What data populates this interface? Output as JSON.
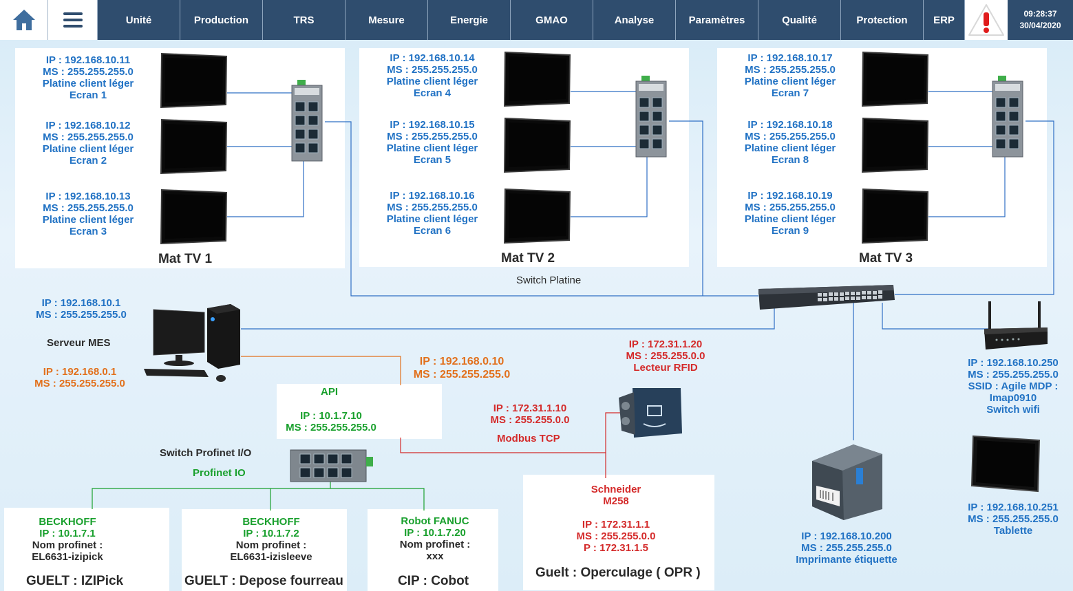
{
  "nav": {
    "items": [
      "Unité",
      "Production",
      "TRS",
      "Mesure",
      "Energie",
      "GMAO",
      "Analyse",
      "Paramètres",
      "Qualité",
      "Protection",
      "ERP"
    ],
    "time": "09:28:37",
    "date": "30/04/2020"
  },
  "mat_tv": [
    {
      "title": "Mat TV 1",
      "screens": [
        {
          "ip": "IP : 192.168.10.11",
          "ms": "MS : 255.255.255.0",
          "type": "Platine client léger",
          "name": "Ecran 1"
        },
        {
          "ip": "IP : 192.168.10.12",
          "ms": "MS : 255.255.255.0",
          "type": "Platine client léger",
          "name": "Ecran 2"
        },
        {
          "ip": "IP : 192.168.10.13",
          "ms": "MS : 255.255.255.0",
          "type": "Platine client léger",
          "name": "Ecran 3"
        }
      ]
    },
    {
      "title": "Mat TV 2",
      "screens": [
        {
          "ip": "IP : 192.168.10.14",
          "ms": "MS : 255.255.255.0",
          "type": "Platine client léger",
          "name": "Ecran 4"
        },
        {
          "ip": "IP : 192.168.10.15",
          "ms": "MS : 255.255.255.0",
          "type": "Platine client léger",
          "name": "Ecran 5"
        },
        {
          "ip": "IP : 192.168.10.16",
          "ms": "MS : 255.255.255.0",
          "type": "Platine client léger",
          "name": "Ecran 6"
        }
      ]
    },
    {
      "title": "Mat TV 3",
      "screens": [
        {
          "ip": "IP : 192.168.10.17",
          "ms": "MS : 255.255.255.0",
          "type": "Platine client léger",
          "name": "Ecran 7"
        },
        {
          "ip": "IP : 192.168.10.18",
          "ms": "MS : 255.255.255.0",
          "type": "Platine client léger",
          "name": "Ecran 8"
        },
        {
          "ip": "IP : 192.168.10.19",
          "ms": "MS : 255.255.255.0",
          "type": "Platine client léger",
          "name": "Ecran 9"
        }
      ]
    }
  ],
  "switch_platine": {
    "label": "Switch Platine"
  },
  "server": {
    "ip1": "IP : 192.168.10.1",
    "ms1": "MS : 255.255.255.0",
    "name": "Serveur MES",
    "ip2": "IP : 192.168.0.1",
    "ms2": "MS : 255.255.255.0"
  },
  "api_link": {
    "ip": "IP : 192.168.0.10",
    "ms": "MS : 255.255.255.0"
  },
  "api": {
    "title": "API",
    "ip": "IP : 10.1.7.10",
    "ms": "MS : 255.255.255.0"
  },
  "profinet": {
    "switch_label": "Switch Profinet I/O",
    "bus_label": "Profinet IO"
  },
  "rfid": {
    "ip": "IP : 172.31.1.20",
    "ms": "MS : 255.255.0.0",
    "name": "Lecteur RFID"
  },
  "modbus": {
    "ip": "IP : 172.31.1.10",
    "ms": "MS : 255.255.0.0",
    "label": "Modbus TCP"
  },
  "wifi": {
    "ip": "IP : 192.168.10.250",
    "ms": "MS : 255.255.255.0",
    "ssid": "SSID : Agile MDP :",
    "pwd": "Imap0910",
    "name": "Switch wifi"
  },
  "tablet": {
    "ip": "IP : 192.168.10.251",
    "ms": "MS : 255.255.255.0",
    "name": "Tablette"
  },
  "printer": {
    "ip": "IP : 192.168.10.200",
    "ms": "MS : 255.255.255.0",
    "name": "Imprimante étiquette"
  },
  "schneider": {
    "line1": "Schneider",
    "line2": "M258",
    "ip": "IP : 172.31.1.1",
    "ms": "MS : 255.255.0.0",
    "p": "P : 172.31.1.5",
    "title": "Guelt : Operculage ( OPR )"
  },
  "beckhoff1": {
    "brand": "BECKHOFF",
    "ip": "IP : 10.1.7.1",
    "nom": "Nom profinet :",
    "value": "EL6631-izipick",
    "title": "GUELT : IZIPick"
  },
  "beckhoff2": {
    "brand": "BECKHOFF",
    "ip": "IP : 10.1.7.2",
    "nom": "Nom profinet :",
    "value": "EL6631-izisleeve",
    "title": "GUELT : Depose fourreau"
  },
  "fanuc": {
    "brand": "Robot FANUC",
    "ip": "IP : 10.1.7.20",
    "nom": "Nom profinet :",
    "value": "xxx",
    "title": "CIP : Cobot"
  },
  "colors": {
    "nav": "#2f4d6e",
    "blue": "#2172c4",
    "orange": "#e2701c",
    "red": "#d42a2a",
    "green": "#19a02d"
  }
}
